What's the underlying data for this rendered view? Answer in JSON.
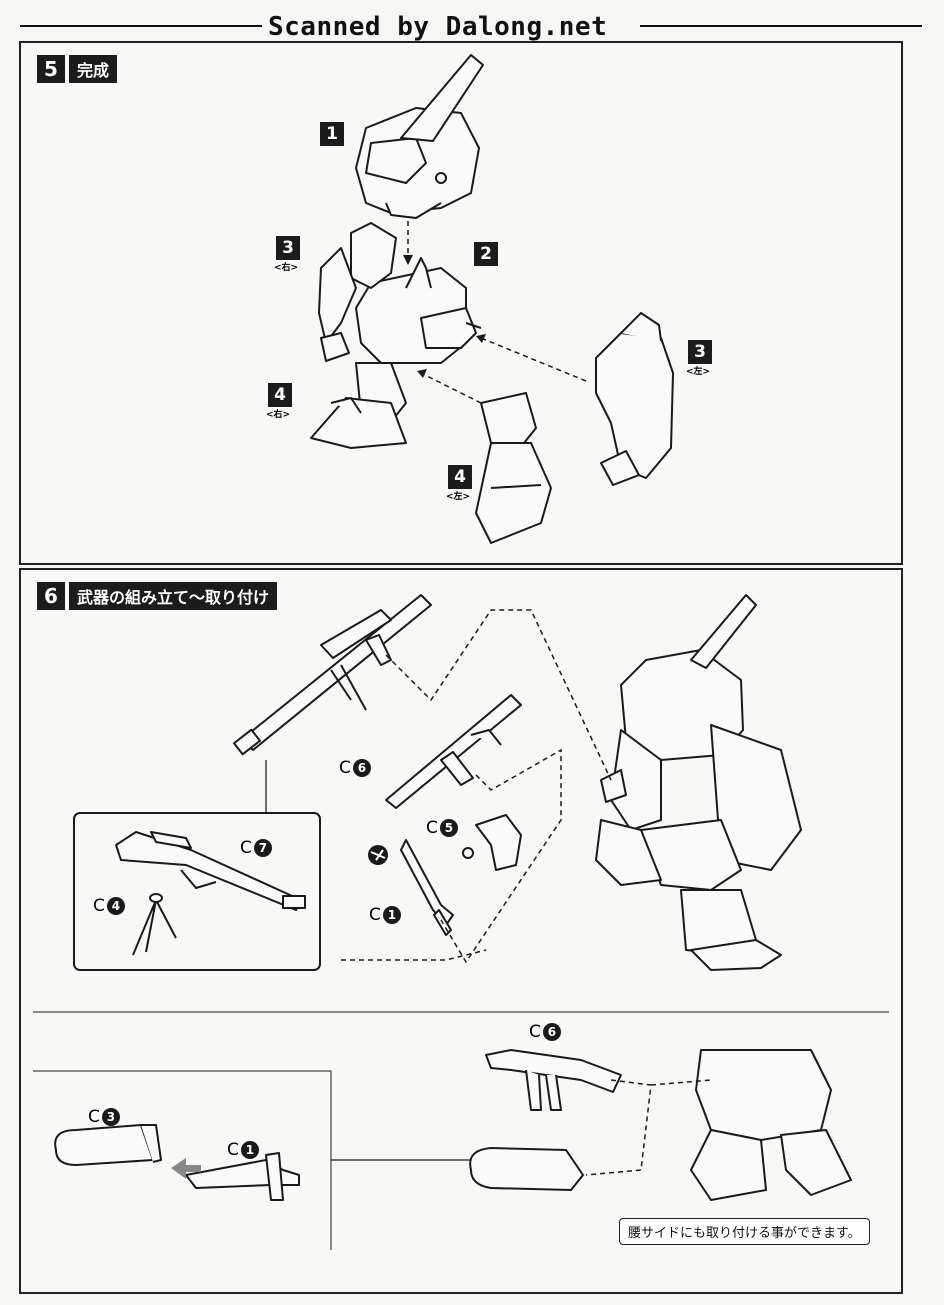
{
  "watermark": "Scanned by Dalong.net",
  "step5": {
    "number": "5",
    "title": "完成",
    "labels": [
      {
        "id": "p1",
        "num": "1",
        "sub": ""
      },
      {
        "id": "p2",
        "num": "2",
        "sub": ""
      },
      {
        "id": "p3r",
        "num": "3",
        "sub": "<右>"
      },
      {
        "id": "p3l",
        "num": "3",
        "sub": "<左>"
      },
      {
        "id": "p4r",
        "num": "4",
        "sub": "<右>"
      },
      {
        "id": "p4l",
        "num": "4",
        "sub": "<左>"
      }
    ]
  },
  "step6": {
    "number": "6",
    "title": "武器の組み立て〜取り付け",
    "part_letter": "C",
    "parts": [
      "7",
      "4",
      "6",
      "5",
      "1",
      "3",
      "1",
      "6"
    ],
    "note": "腰サイドにも取り付ける事ができます。"
  }
}
